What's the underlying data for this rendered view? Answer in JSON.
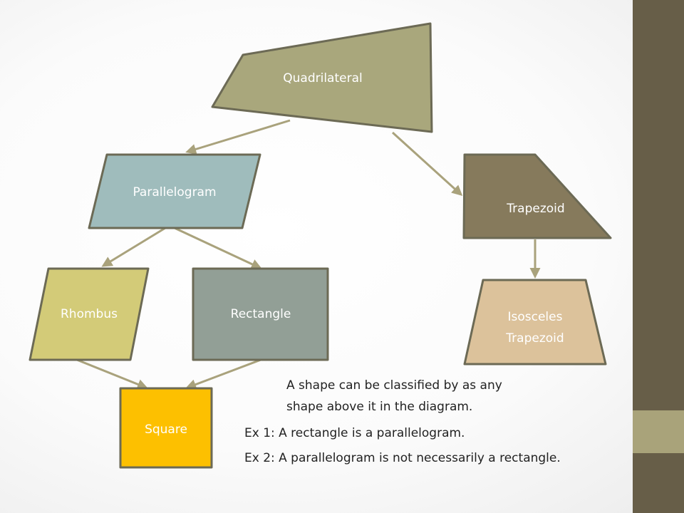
{
  "colors": {
    "sidebar_dark": "#675e48",
    "sidebar_light": "#a9a37a",
    "arrow": "#a9a27c",
    "outline": "#6c6a55",
    "quadrilateral": "#a9a77c",
    "parallelogram": "#9fbcbc",
    "trapezoid": "#867a5c",
    "rhombus": "#d3cb78",
    "rectangle": "#929f96",
    "isosceles_trapezoid": "#dcc29b",
    "square": "#fdc000"
  },
  "shapes": {
    "quadrilateral": "Quadrilateral",
    "parallelogram": "Parallelogram",
    "trapezoid": "Trapezoid",
    "rhombus": "Rhombus",
    "rectangle": "Rectangle",
    "isosceles_trapezoid_line1": "Isosceles",
    "isosceles_trapezoid_line2": "Trapezoid",
    "square": "Square"
  },
  "notes": {
    "classification_line1": "A shape can be classified by as any",
    "classification_line2": "shape above it in the diagram.",
    "example1": "Ex 1:  A rectangle is a parallelogram.",
    "example2": "Ex 2:  A parallelogram is not necessarily a rectangle."
  }
}
